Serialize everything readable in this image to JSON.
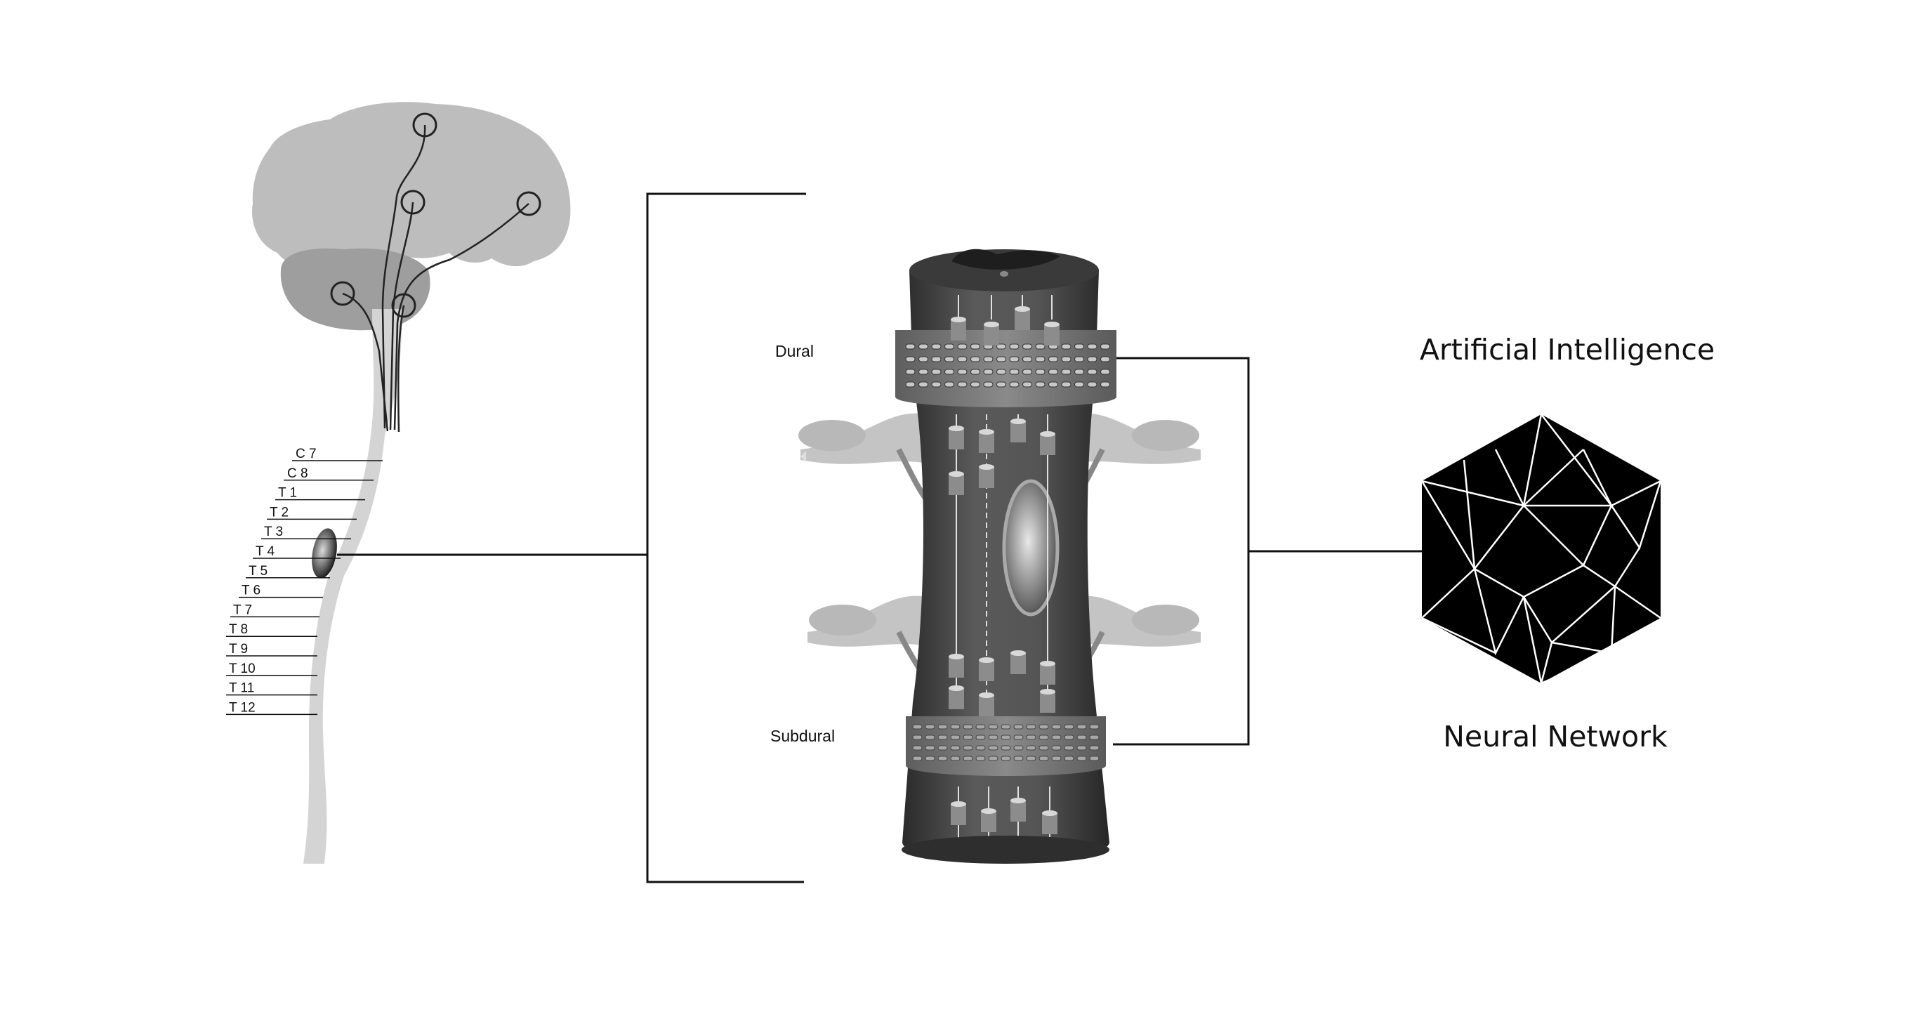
{
  "spinal_levels": [
    "C 7",
    "C 8",
    "T 1",
    "T 2",
    "T 3",
    "T 4",
    "T 5",
    "T 6",
    "T 7",
    "T 8",
    "T 9",
    "T 10",
    "T 11",
    "T 12"
  ],
  "implant_labels": {
    "dural": "Dural",
    "subdural": "Subdural"
  },
  "ai_block": {
    "top_label": "Artificial Intelligence",
    "bottom_label": "Neural Network"
  },
  "colors": {
    "brain": "#bdbdbd",
    "brainstem": "#9a9a9a",
    "cord": "#d4d4d4",
    "implant_body": "#4a4a4a",
    "band": "#7a7a7a",
    "network": "#000000",
    "line": "#111111"
  }
}
